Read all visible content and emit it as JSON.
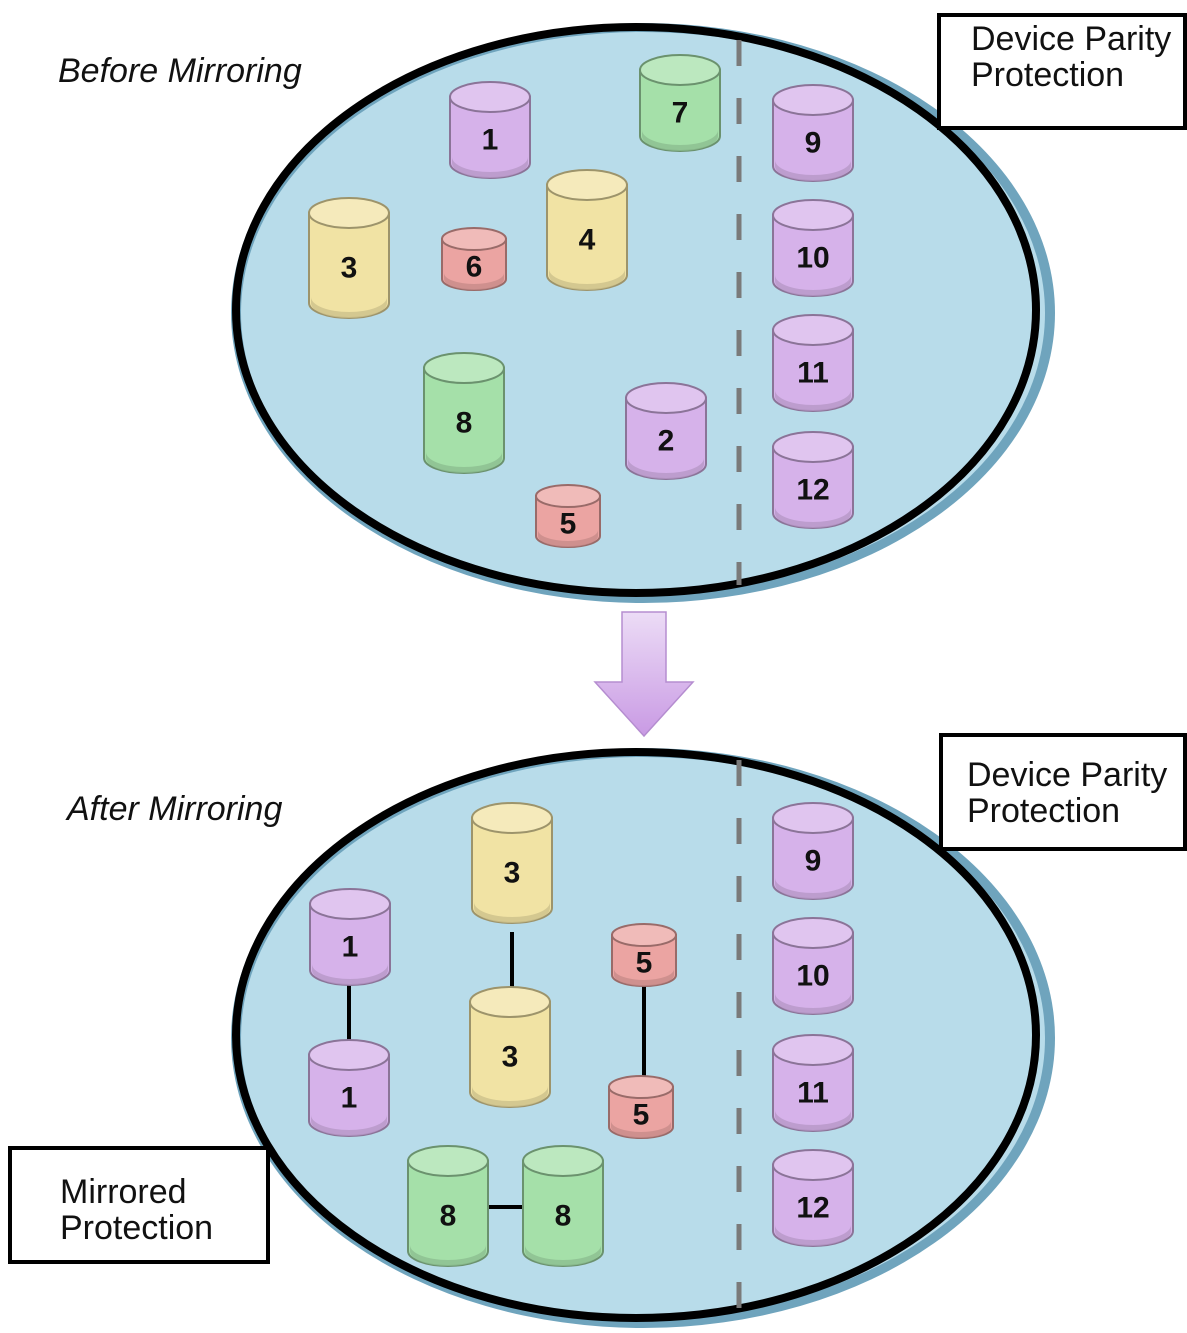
{
  "captions": {
    "before": "Before Mirroring",
    "after": "After Mirroring"
  },
  "labels": {
    "parity_top": [
      "Device Parity",
      "Protection"
    ],
    "parity_bottom": [
      "Device Parity",
      "Protection"
    ],
    "mirrored": [
      "Mirrored",
      "Protection"
    ]
  },
  "colors": {
    "pool_fill": "#b8dcea",
    "pool_rim": "#6fa4bd",
    "pool_outline": "#000000",
    "divider": "#777777",
    "arrow": "#d8b7ec",
    "purple": "#d6b2ea",
    "yellow": "#f1e3a4",
    "green": "#a5e0a9",
    "red": "#eba4a2"
  },
  "disks": {
    "before": [
      {
        "label": "1",
        "color": "purple"
      },
      {
        "label": "7",
        "color": "green"
      },
      {
        "label": "9",
        "color": "purple"
      },
      {
        "label": "3",
        "color": "yellow"
      },
      {
        "label": "6",
        "color": "red"
      },
      {
        "label": "4",
        "color": "yellow"
      },
      {
        "label": "10",
        "color": "purple"
      },
      {
        "label": "11",
        "color": "purple"
      },
      {
        "label": "8",
        "color": "green"
      },
      {
        "label": "2",
        "color": "purple"
      },
      {
        "label": "12",
        "color": "purple"
      },
      {
        "label": "5",
        "color": "red"
      }
    ],
    "after": [
      {
        "label": "3",
        "color": "yellow"
      },
      {
        "label": "9",
        "color": "purple"
      },
      {
        "label": "1",
        "color": "purple"
      },
      {
        "label": "5",
        "color": "red"
      },
      {
        "label": "10",
        "color": "purple"
      },
      {
        "label": "3",
        "color": "yellow"
      },
      {
        "label": "1",
        "color": "purple"
      },
      {
        "label": "11",
        "color": "purple"
      },
      {
        "label": "5",
        "color": "red"
      },
      {
        "label": "8",
        "color": "green"
      },
      {
        "label": "8",
        "color": "green"
      },
      {
        "label": "12",
        "color": "purple"
      }
    ]
  }
}
